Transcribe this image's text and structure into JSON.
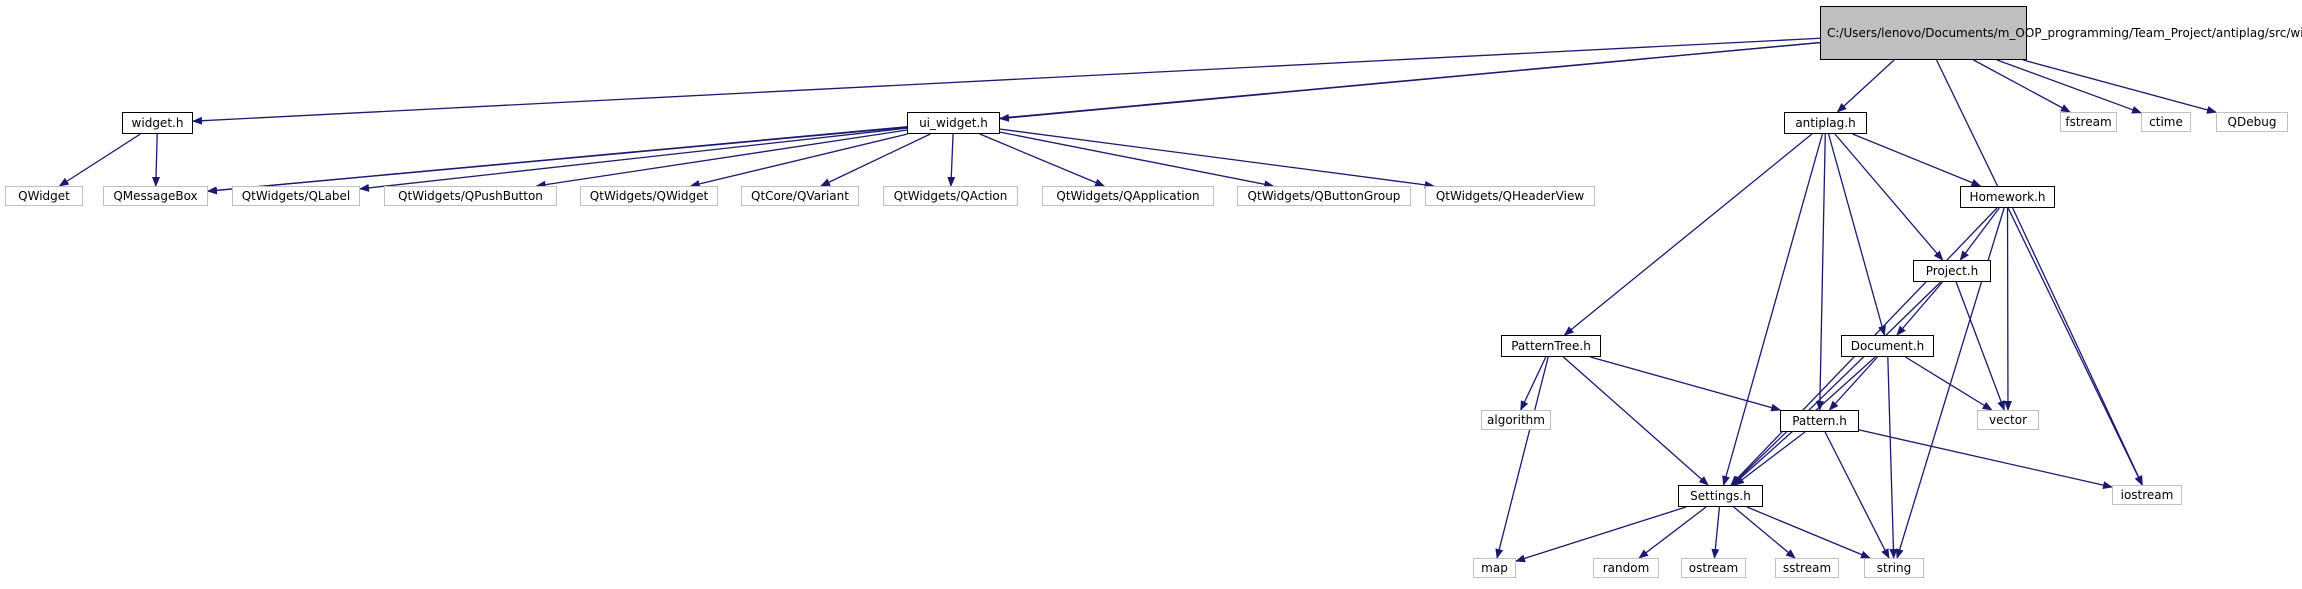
{
  "graph": {
    "root": {
      "id": "root",
      "label": "C:/Users/lenovo/Documents/m_OOP_programming/Team_Project/antiplag/src/widget.cpp"
    },
    "nodes": [
      {
        "id": "widget_h",
        "label": "widget.h",
        "kind": "project"
      },
      {
        "id": "ui_widget_h",
        "label": "ui_widget.h",
        "kind": "project"
      },
      {
        "id": "antiplag_h",
        "label": "antiplag.h",
        "kind": "project"
      },
      {
        "id": "fstream",
        "label": "fstream",
        "kind": "system"
      },
      {
        "id": "ctime",
        "label": "ctime",
        "kind": "system"
      },
      {
        "id": "qdebug",
        "label": "QDebug",
        "kind": "system"
      },
      {
        "id": "qwidget",
        "label": "QWidget",
        "kind": "system"
      },
      {
        "id": "qmessagebox",
        "label": "QMessageBox",
        "kind": "system"
      },
      {
        "id": "qlabel",
        "label": "QtWidgets/QLabel",
        "kind": "system"
      },
      {
        "id": "qpushbutton",
        "label": "QtWidgets/QPushButton",
        "kind": "system"
      },
      {
        "id": "qtwidgets_qwidget",
        "label": "QtWidgets/QWidget",
        "kind": "system"
      },
      {
        "id": "qvariant",
        "label": "QtCore/QVariant",
        "kind": "system"
      },
      {
        "id": "qaction",
        "label": "QtWidgets/QAction",
        "kind": "system"
      },
      {
        "id": "qapplication",
        "label": "QtWidgets/QApplication",
        "kind": "system"
      },
      {
        "id": "qbuttongroup",
        "label": "QtWidgets/QButtonGroup",
        "kind": "system"
      },
      {
        "id": "qheaderview",
        "label": "QtWidgets/QHeaderView",
        "kind": "system"
      },
      {
        "id": "homework_h",
        "label": "Homework.h",
        "kind": "project"
      },
      {
        "id": "project_h",
        "label": "Project.h",
        "kind": "project"
      },
      {
        "id": "patterntree_h",
        "label": "PatternTree.h",
        "kind": "project"
      },
      {
        "id": "document_h",
        "label": "Document.h",
        "kind": "project"
      },
      {
        "id": "algorithm",
        "label": "algorithm",
        "kind": "system"
      },
      {
        "id": "vector",
        "label": "vector",
        "kind": "system"
      },
      {
        "id": "pattern_h",
        "label": "Pattern.h",
        "kind": "project"
      },
      {
        "id": "iostream",
        "label": "iostream",
        "kind": "system"
      },
      {
        "id": "settings_h",
        "label": "Settings.h",
        "kind": "project"
      },
      {
        "id": "map",
        "label": "map",
        "kind": "system"
      },
      {
        "id": "random",
        "label": "random",
        "kind": "system"
      },
      {
        "id": "ostream",
        "label": "ostream",
        "kind": "system"
      },
      {
        "id": "sstream",
        "label": "sstream",
        "kind": "system"
      },
      {
        "id": "string",
        "label": "string",
        "kind": "system"
      }
    ],
    "edges": [
      [
        "root",
        "widget_h"
      ],
      [
        "root",
        "ui_widget_h"
      ],
      [
        "root",
        "antiplag_h"
      ],
      [
        "root",
        "fstream"
      ],
      [
        "root",
        "ctime"
      ],
      [
        "root",
        "qdebug"
      ],
      [
        "root",
        "qmessagebox"
      ],
      [
        "root",
        "iostream"
      ],
      [
        "widget_h",
        "qwidget"
      ],
      [
        "widget_h",
        "qmessagebox"
      ],
      [
        "ui_widget_h",
        "qmessagebox"
      ],
      [
        "ui_widget_h",
        "qlabel"
      ],
      [
        "ui_widget_h",
        "qpushbutton"
      ],
      [
        "ui_widget_h",
        "qtwidgets_qwidget"
      ],
      [
        "ui_widget_h",
        "qvariant"
      ],
      [
        "ui_widget_h",
        "qaction"
      ],
      [
        "ui_widget_h",
        "qapplication"
      ],
      [
        "ui_widget_h",
        "qbuttongroup"
      ],
      [
        "ui_widget_h",
        "qheaderview"
      ],
      [
        "antiplag_h",
        "homework_h"
      ],
      [
        "antiplag_h",
        "project_h"
      ],
      [
        "antiplag_h",
        "patterntree_h"
      ],
      [
        "antiplag_h",
        "document_h"
      ],
      [
        "antiplag_h",
        "pattern_h"
      ],
      [
        "antiplag_h",
        "settings_h"
      ],
      [
        "homework_h",
        "project_h"
      ],
      [
        "homework_h",
        "settings_h"
      ],
      [
        "homework_h",
        "vector"
      ],
      [
        "homework_h",
        "iostream"
      ],
      [
        "homework_h",
        "string"
      ],
      [
        "project_h",
        "document_h"
      ],
      [
        "project_h",
        "settings_h"
      ],
      [
        "project_h",
        "vector"
      ],
      [
        "patterntree_h",
        "algorithm"
      ],
      [
        "patterntree_h",
        "pattern_h"
      ],
      [
        "patterntree_h",
        "settings_h"
      ],
      [
        "patterntree_h",
        "map"
      ],
      [
        "document_h",
        "pattern_h"
      ],
      [
        "document_h",
        "settings_h"
      ],
      [
        "document_h",
        "vector"
      ],
      [
        "document_h",
        "string"
      ],
      [
        "pattern_h",
        "settings_h"
      ],
      [
        "pattern_h",
        "iostream"
      ],
      [
        "pattern_h",
        "string"
      ],
      [
        "settings_h",
        "map"
      ],
      [
        "settings_h",
        "random"
      ],
      [
        "settings_h",
        "ostream"
      ],
      [
        "settings_h",
        "sstream"
      ],
      [
        "settings_h",
        "string"
      ]
    ],
    "colors": {
      "edge": "#191970",
      "project_border": "#000000",
      "system_border": "#bfbfbf",
      "root_fill": "#bfbfbf"
    }
  }
}
